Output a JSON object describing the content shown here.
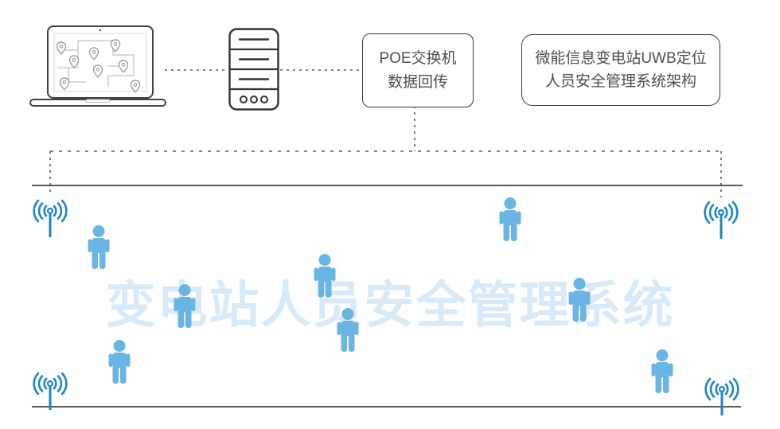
{
  "diagram": {
    "poe_box": {
      "line1": "POE交换机",
      "line2": "数据回传"
    },
    "title_box": {
      "line1": "微能信息变电站UWB定位",
      "line2": "人员安全管理系统架构"
    },
    "watermark": "变电站人员安全管理系统",
    "counts": {
      "uwb_anchors": 4,
      "persons": 8,
      "map_pins": 8
    },
    "icons": {
      "laptop": "laptop-with-map-icon",
      "server": "server-icon",
      "anchor": "uwb-anchor-antenna-icon",
      "person": "person-icon",
      "map_pin": "map-pin-icon"
    },
    "colors": {
      "anchor_blue": "#1a86c8",
      "person_blue": "#63b1e2",
      "watermark_blue": "#d8eaf8",
      "outline_dark": "#3a3a3a",
      "map_gray": "#c9c9c9",
      "pin_gray": "#9a9a9a",
      "text_gray": "#4e4e4e"
    }
  }
}
